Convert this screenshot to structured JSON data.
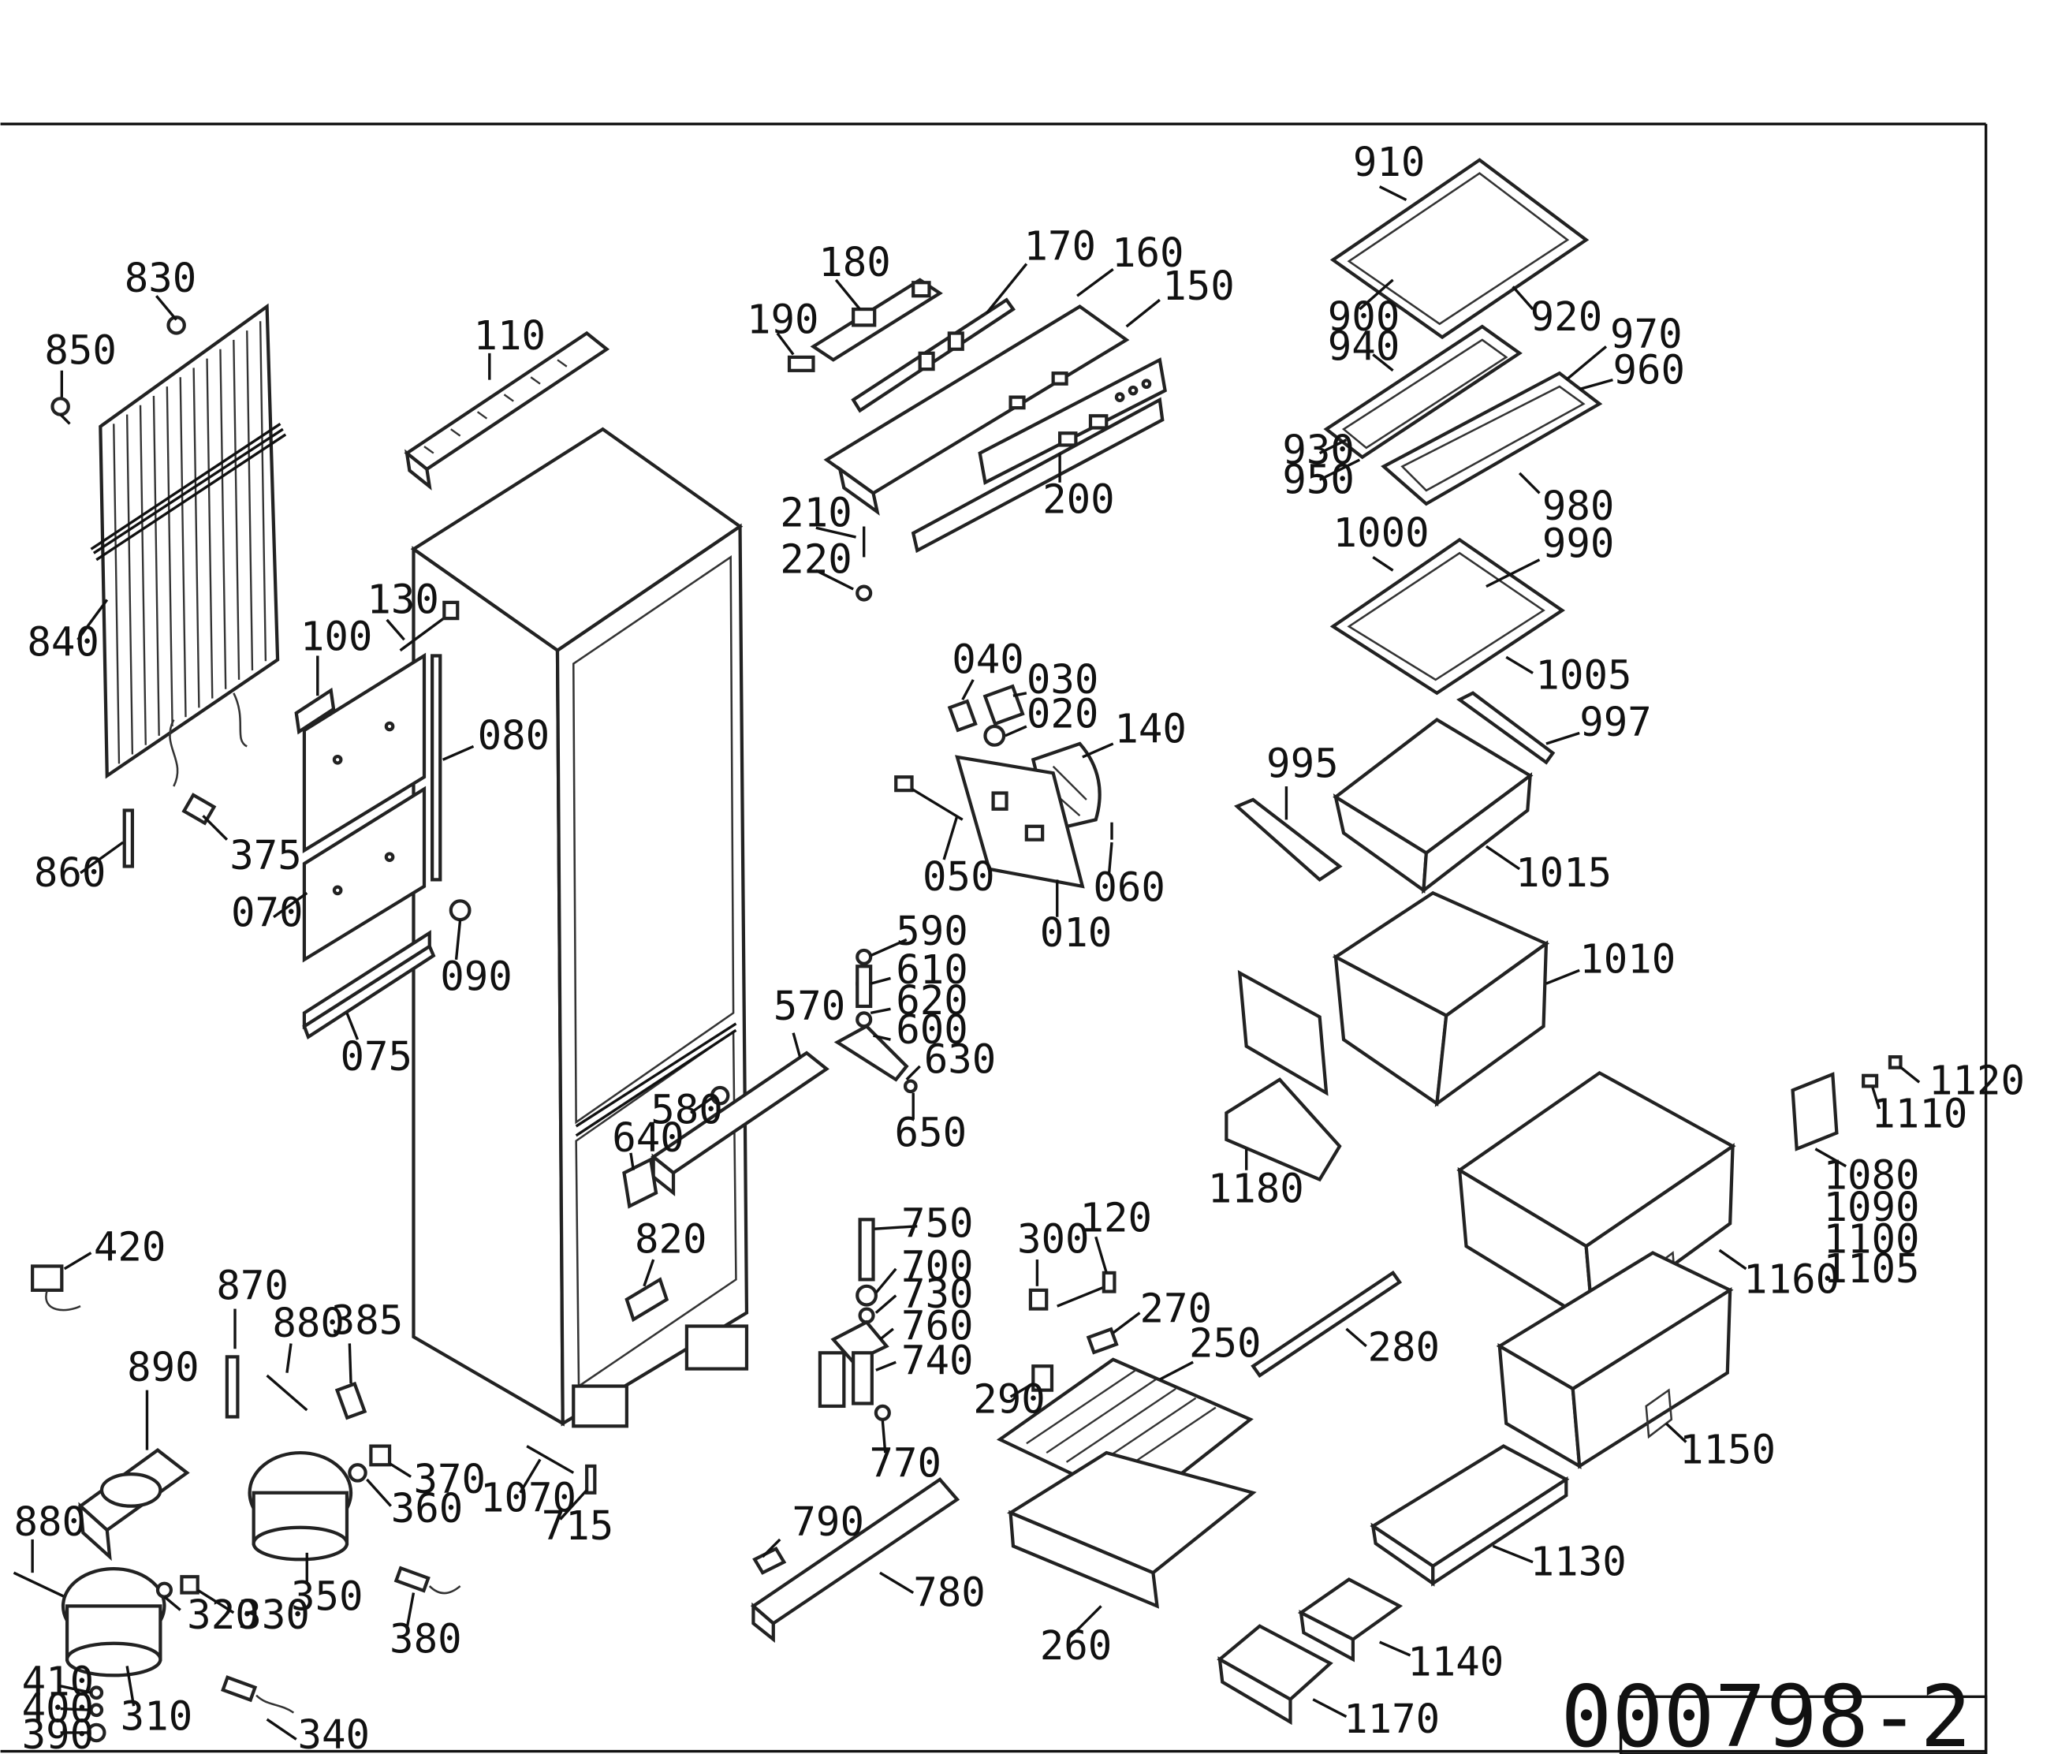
{
  "drawing": {
    "id": "000798-2",
    "line_color": "#111111",
    "background": "#ffffff"
  },
  "labels": {
    "p830": "830",
    "p850": "850",
    "p840": "840",
    "p860": "860",
    "p375": "375",
    "p110": "110",
    "p130": "130",
    "p100": "100",
    "p080": "080",
    "p070": "070",
    "p090": "090",
    "p075": "075",
    "p180": "180",
    "p170": "170",
    "p160": "160",
    "p150": "150",
    "p190": "190",
    "p210": "210",
    "p220": "220",
    "p200": "200",
    "p040": "040",
    "p030": "030",
    "p020": "020",
    "p140": "140",
    "p050": "050",
    "p060": "060",
    "p010": "010",
    "p910": "910",
    "p900": "900",
    "p920": "920",
    "p940": "940",
    "p970": "970",
    "p960": "960",
    "p930": "930",
    "p950": "950",
    "p980": "980",
    "p1000": "1000",
    "p990": "990",
    "p1005": "1005",
    "p997": "997",
    "p995": "995",
    "p1015": "1015",
    "p1010": "1010",
    "p590": "590",
    "p610": "610",
    "p620": "620",
    "p600": "600",
    "p630": "630",
    "p650": "650",
    "p570": "570",
    "p580": "580",
    "p640": "640",
    "p1180": "1180",
    "p1120": "1120",
    "p1110": "1110",
    "p1080": "1080",
    "p1090": "1090",
    "p1100": "1100",
    "p1105": "1105",
    "p1160": "1160",
    "p1150": "1150",
    "p420": "420",
    "p820": "820",
    "p870": "870",
    "p880a": "880",
    "p385": "385",
    "p890": "890",
    "p370": "370",
    "p360": "360",
    "p350": "350",
    "p750": "750",
    "p700": "700",
    "p730": "730",
    "p760": "760",
    "p740": "740",
    "p770": "770",
    "p300": "300",
    "p120": "120",
    "p270": "270",
    "p250": "250",
    "p280": "280",
    "p290": "290",
    "p1070": "1070",
    "p715": "715",
    "p880b": "880",
    "p320": "320",
    "p330": "330",
    "p310": "310",
    "p410": "410",
    "p400": "400",
    "p390": "390",
    "p340": "340",
    "p380": "380",
    "p790": "790",
    "p780": "780",
    "p260": "260",
    "p1130": "1130",
    "p1140": "1140",
    "p1170": "1170"
  }
}
